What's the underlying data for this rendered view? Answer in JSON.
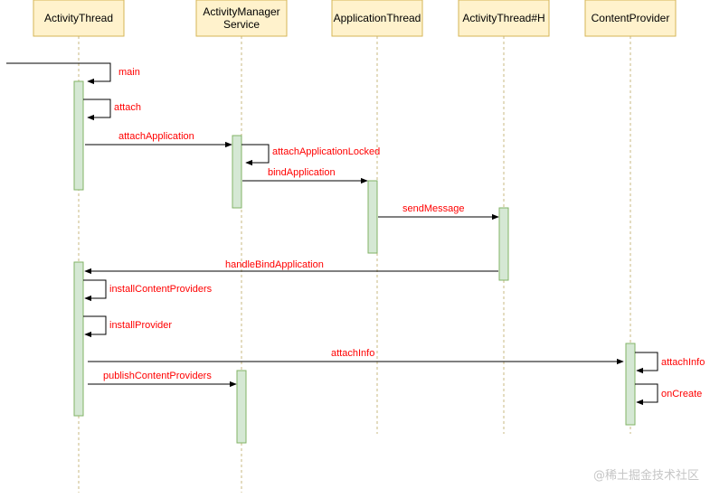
{
  "participants": [
    {
      "id": "activity_thread",
      "label_lines": [
        "ActivityThread"
      ]
    },
    {
      "id": "ams",
      "label_lines": [
        "ActivityManager",
        "Service"
      ]
    },
    {
      "id": "application_thread",
      "label_lines": [
        "ApplicationThread"
      ]
    },
    {
      "id": "activity_thread_h",
      "label_lines": [
        "ActivityThread#H"
      ]
    },
    {
      "id": "content_provider",
      "label_lines": [
        "ContentProvider"
      ]
    }
  ],
  "messages": {
    "main": "main",
    "attach": "attach",
    "attach_application": "attachApplication",
    "attach_application_locked": "attachApplicationLocked",
    "bind_application": "bindApplication",
    "send_message": "sendMessage",
    "handle_bind_application": "handleBindApplication",
    "install_content_providers": "installContentProviders",
    "install_provider": "installProvider",
    "attach_info": "attachInfo",
    "attach_info_self": "attachInfo",
    "publish_content_providers": "publishContentProviders",
    "on_create": "onCreate"
  },
  "watermark": "@稀土掘金技术社区",
  "colors": {
    "header_fill": "#fff2cc",
    "header_stroke": "#d6b656",
    "activation_fill": "#d5e8d4",
    "activation_stroke": "#82b366",
    "label": "#ff0000"
  }
}
